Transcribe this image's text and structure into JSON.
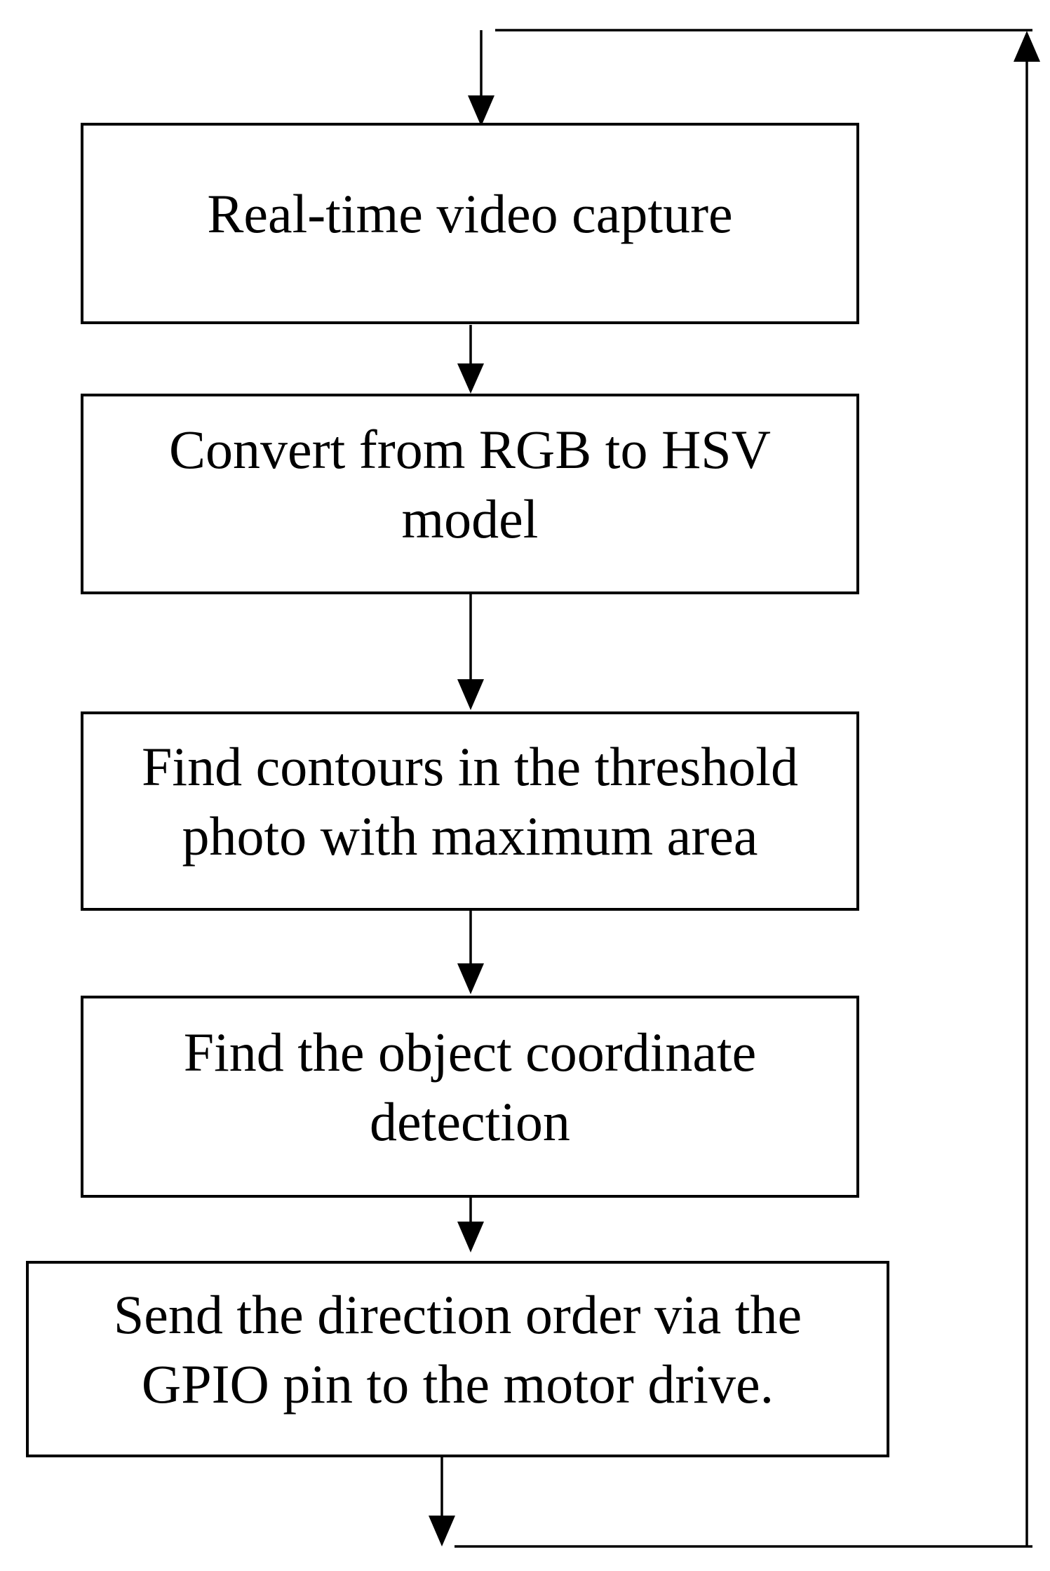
{
  "colors": {
    "background": "#ffffff",
    "line": "#000000",
    "text": "#000000",
    "box_fill": "#ffffff"
  },
  "nodes": [
    {
      "id": "real-time-video-capture",
      "label": "Real-time video capture"
    },
    {
      "id": "convert-rgb-to-hsv",
      "label": "Convert from RGB to HSV\nmodel"
    },
    {
      "id": "find-contours",
      "label": "Find contours in the threshold\nphoto with maximum area"
    },
    {
      "id": "find-object-coordinate",
      "label": "Find the object coordinate\ndetection"
    },
    {
      "id": "send-direction-order",
      "label": "Send the direction order via the\nGPIO pin to the motor drive."
    }
  ],
  "edges": [
    {
      "from": "real-time-video-capture",
      "to": "convert-rgb-to-hsv",
      "direction": "down"
    },
    {
      "from": "convert-rgb-to-hsv",
      "to": "find-contours",
      "direction": "down"
    },
    {
      "from": "find-contours",
      "to": "find-object-coordinate",
      "direction": "down"
    },
    {
      "from": "find-object-coordinate",
      "to": "send-direction-order",
      "direction": "down"
    },
    {
      "from": "send-direction-order",
      "to": "real-time-video-capture",
      "direction": "feedback-loop-right-side"
    }
  ]
}
